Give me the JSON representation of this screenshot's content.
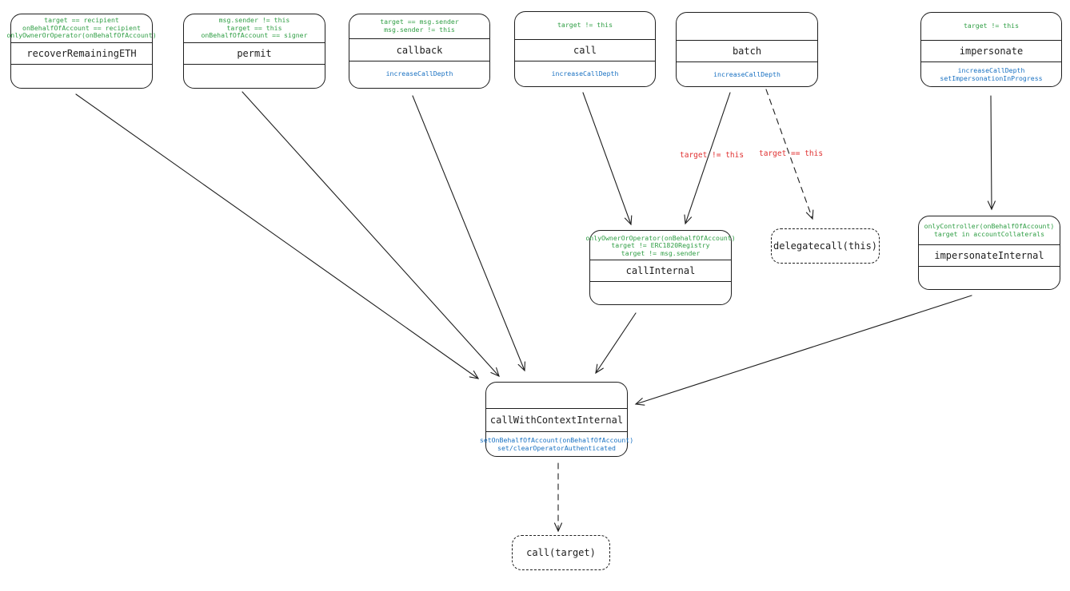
{
  "colors": {
    "stroke": "#1e1e1e",
    "condition_text": "#2f9e44",
    "action_text": "#1971c2",
    "edge_label_text": "#e03131"
  },
  "nodes": {
    "recoverRemainingETH": {
      "conditions": [
        "target == recipient",
        "onBehalfOfAccount == recipient",
        "onlyOwnerOrOperator(onBehalfOfAccount)"
      ],
      "name": "recoverRemainingETH",
      "actions": []
    },
    "permit": {
      "conditions": [
        "msg.sender != this",
        "target == this",
        "onBehalfOfAccount == signer"
      ],
      "name": "permit",
      "actions": []
    },
    "callback": {
      "conditions": [
        "target == msg.sender",
        "msg.sender != this"
      ],
      "name": "callback",
      "actions": [
        "increaseCallDepth"
      ]
    },
    "call": {
      "conditions": [
        "target != this"
      ],
      "name": "call",
      "actions": [
        "increaseCallDepth"
      ]
    },
    "batch": {
      "conditions": [],
      "name": "batch",
      "actions": [
        "increaseCallDepth"
      ]
    },
    "impersonate": {
      "conditions": [
        "target != this"
      ],
      "name": "impersonate",
      "actions": [
        "increaseCallDepth",
        "setImpersonationInProgress"
      ]
    },
    "callInternal": {
      "conditions": [
        "onlyOwnerOrOperator(onBehalfOfAccount)",
        "target != ERC1820Registry",
        "target != msg.sender"
      ],
      "name": "callInternal",
      "actions": []
    },
    "delegatecall": {
      "label": "delegatecall(this)"
    },
    "impersonateInternal": {
      "conditions": [
        "onlyController(onBehalfOfAccount)",
        "target in accountCollaterals"
      ],
      "name": "impersonateInternal",
      "actions": []
    },
    "callWithContextInternal": {
      "conditions": [],
      "name": "callWithContextInternal",
      "actions": [
        "setOnBehalfOfAccount(onBehalfOfAccount)",
        "set/clearOperatorAuthenticated"
      ]
    },
    "callTarget": {
      "label": "call(target)"
    }
  },
  "edges": [
    {
      "from": "recoverRemainingETH",
      "to": "callWithContextInternal",
      "style": "solid",
      "label": ""
    },
    {
      "from": "permit",
      "to": "callWithContextInternal",
      "style": "solid",
      "label": ""
    },
    {
      "from": "callback",
      "to": "callWithContextInternal",
      "style": "solid",
      "label": ""
    },
    {
      "from": "call",
      "to": "callInternal",
      "style": "solid",
      "label": ""
    },
    {
      "from": "batch",
      "to": "callInternal",
      "style": "solid",
      "label": "target != this"
    },
    {
      "from": "batch",
      "to": "delegatecall",
      "style": "dashed",
      "label": "target == this"
    },
    {
      "from": "impersonate",
      "to": "impersonateInternal",
      "style": "solid",
      "label": ""
    },
    {
      "from": "callInternal",
      "to": "callWithContextInternal",
      "style": "solid",
      "label": ""
    },
    {
      "from": "impersonateInternal",
      "to": "callWithContextInternal",
      "style": "solid",
      "label": ""
    },
    {
      "from": "callWithContextInternal",
      "to": "callTarget",
      "style": "dashed",
      "label": ""
    }
  ]
}
